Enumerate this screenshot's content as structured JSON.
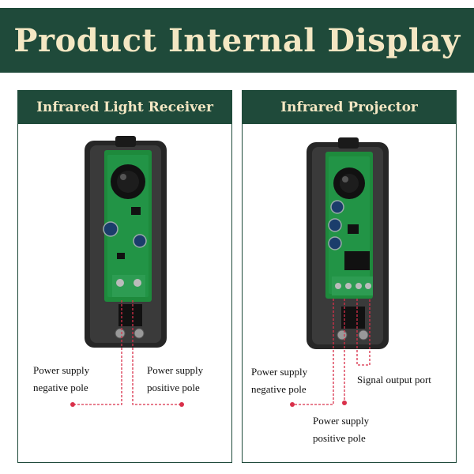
{
  "banner": {
    "title": "Product Internal Display"
  },
  "panels": {
    "receiver": {
      "title": "Infrared Light Receiver",
      "labels": {
        "negative": [
          "Power supply",
          "negative pole"
        ],
        "positive": [
          "Power supply",
          "positive pole"
        ]
      }
    },
    "projector": {
      "title": "Infrared Projector",
      "labels": {
        "negative": [
          "Power supply",
          "negative pole"
        ],
        "positive": [
          "Power supply",
          "positive pole"
        ],
        "signal": "Signal output port"
      }
    }
  },
  "colors": {
    "banner_bg": "#1f4a3a",
    "banner_text": "#f4e7c3",
    "leader_line": "#d9304a",
    "pcb": "#1e8a3c",
    "housing": "#2b2b2b"
  }
}
